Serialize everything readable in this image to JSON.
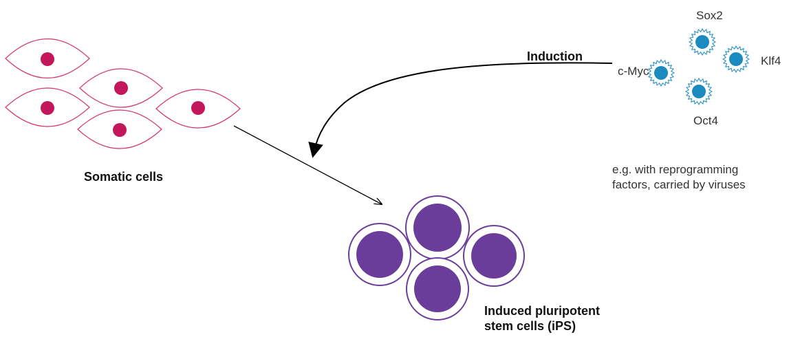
{
  "labels": {
    "somatic_cells": "Somatic cells",
    "induction": "Induction",
    "ips_cells": "Induced pluripotent\nstem cells (iPS)",
    "factors_note": "e.g. with reprogramming\nfactors, carried by viruses"
  },
  "factors": {
    "sox2": "Sox2",
    "klf4": "Klf4",
    "c_myc": "c-Myc",
    "oct4": "Oct4"
  },
  "colors": {
    "somatic_outline": "#d6336c",
    "somatic_nucleus": "#c2185b",
    "ips_fill": "#6a3d9a",
    "ips_ring": "#6a3d9a",
    "virus_fill": "#1a8abf",
    "virus_spike": "#1a8abf",
    "arrow": "#000000",
    "text": "#111111"
  }
}
